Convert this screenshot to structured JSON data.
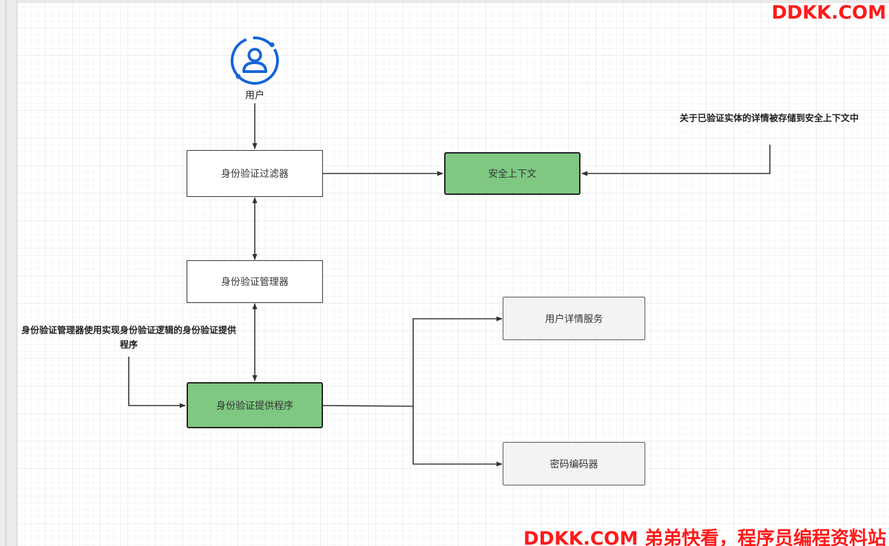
{
  "diagram": {
    "user_label": "用户",
    "nodes": {
      "auth_filter": "身份验证过滤器",
      "security_context": "安全上下文",
      "auth_manager": "身份验证管理器",
      "auth_provider": "身份验证提供程序",
      "user_details_service": "用户详情服务",
      "password_encoder": "密码编码器"
    },
    "annotations": {
      "context_note": "关于已验证实体的详情被存储到安全上下文中",
      "manager_note": "身份验证管理器使用实现身份验证逻辑的身份验证提供程序"
    },
    "colors": {
      "green_fill": "#7ec882",
      "gray_fill": "#f3f3f3",
      "user_icon_blue": "#1565d8",
      "watermark_red": "#ff1a1a"
    }
  },
  "watermark": {
    "top_right": "DDKK.COM",
    "bottom": "DDKK.COM 弟弟快看，程序员编程资料站"
  }
}
